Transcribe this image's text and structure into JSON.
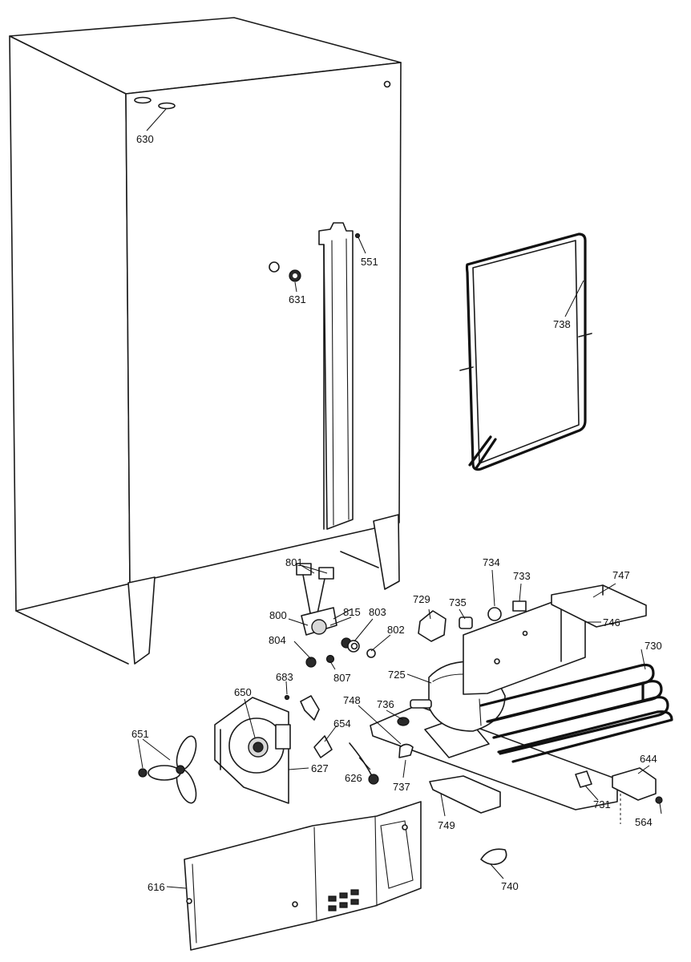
{
  "labels": {
    "l630": "630",
    "l551": "551",
    "l631": "631",
    "l738": "738",
    "l801": "801",
    "l800": "800",
    "l815": "815",
    "l803": "803",
    "l802": "802",
    "l804": "804",
    "l807": "807",
    "l729": "729",
    "l735": "735",
    "l734": "734",
    "l733": "733",
    "l747": "747",
    "l746": "746",
    "l730": "730",
    "l725": "725",
    "l683": "683",
    "l650": "650",
    "l748": "748",
    "l736": "736",
    "l651": "651",
    "l654": "654",
    "l627": "627",
    "l626": "626",
    "l737": "737",
    "l644": "644",
    "l731": "731",
    "l564": "564",
    "l749": "749",
    "l616": "616",
    "l740": "740"
  }
}
